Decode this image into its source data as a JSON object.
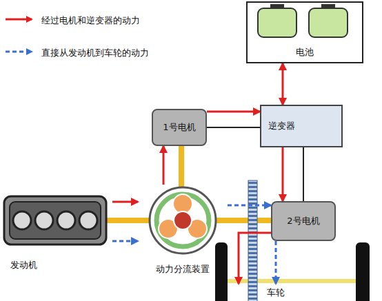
{
  "diagram": {
    "nodes": [
      {
        "text": [
          "电池"
        ]
      },
      {
        "text": [
          "1号电机"
        ]
      },
      {
        "text": [
          "逆变器"
        ]
      },
      {
        "text": [
          "发动机"
        ]
      },
      {
        "text": [
          "动力分流装置"
        ]
      },
      {
        "text": [
          "2号电机"
        ]
      },
      {
        "text": [
          "车轮"
        ]
      }
    ],
    "edges": [
      {
        "from": 0,
        "to": 2,
        "arrow": "both"
      },
      {
        "from": 1,
        "to": 2,
        "arrow": "to"
      },
      {
        "from": 2,
        "to": 5,
        "arrow": "to"
      },
      {
        "from": 4,
        "to": 1,
        "arrow": "to"
      },
      {
        "from": 3,
        "to": 4,
        "arrow": "to"
      },
      {
        "from": 3,
        "to": 4,
        "arrow": "to"
      },
      {
        "from": 4,
        "to": 5,
        "arrow": "to"
      },
      {
        "from": 5,
        "to": 6,
        "arrow": "to"
      },
      {
        "from": 5,
        "to": 6,
        "arrow": "to"
      }
    ],
    "legend": [
      {
        "text": "经过电机和逆变器的动力"
      },
      {
        "text": "直接从发动机到车轮的动力"
      }
    ]
  }
}
